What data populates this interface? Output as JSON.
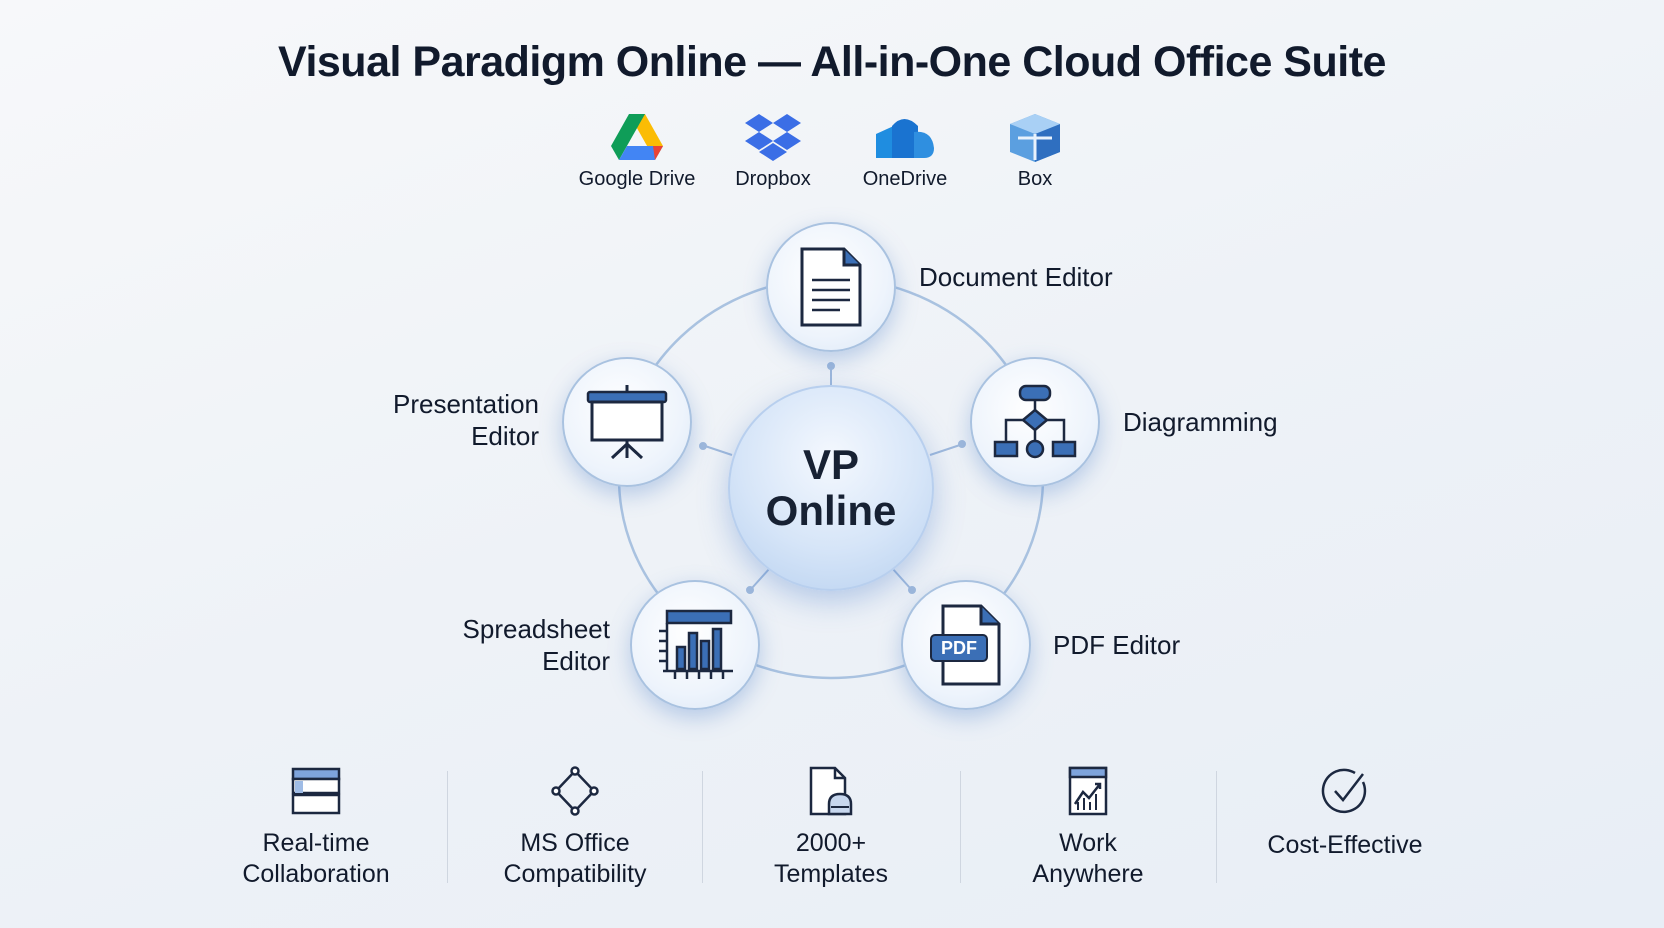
{
  "title": "Visual Paradigm Online — All-in-One Cloud Office Suite",
  "integrations": [
    {
      "label": "Google Drive",
      "icon": "google-drive-icon"
    },
    {
      "label": "Dropbox",
      "icon": "dropbox-icon"
    },
    {
      "label": "OneDrive",
      "icon": "onedrive-icon"
    },
    {
      "label": "Box",
      "icon": "box-icon"
    }
  ],
  "hub": {
    "line1": "VP",
    "line2": "Online"
  },
  "modules": {
    "document": "Document Editor",
    "diagramming": "Diagramming",
    "pdf": "PDF Editor",
    "spreadsheet": [
      "Spreadsheet",
      "Editor"
    ],
    "presentation": [
      "Presentation",
      "Editor"
    ],
    "pdf_badge": "PDF"
  },
  "features": [
    {
      "lines": [
        "Real-time",
        "Collaboration"
      ]
    },
    {
      "lines": [
        "MS Office",
        "Compatibility"
      ]
    },
    {
      "lines": [
        "2000+",
        "Templates"
      ]
    },
    {
      "lines": [
        "Work",
        "Anywhere"
      ]
    },
    {
      "lines": [
        "Cost-Effective"
      ]
    }
  ],
  "colors": {
    "accent": "#3b6fb6",
    "text": "#111a2c"
  }
}
